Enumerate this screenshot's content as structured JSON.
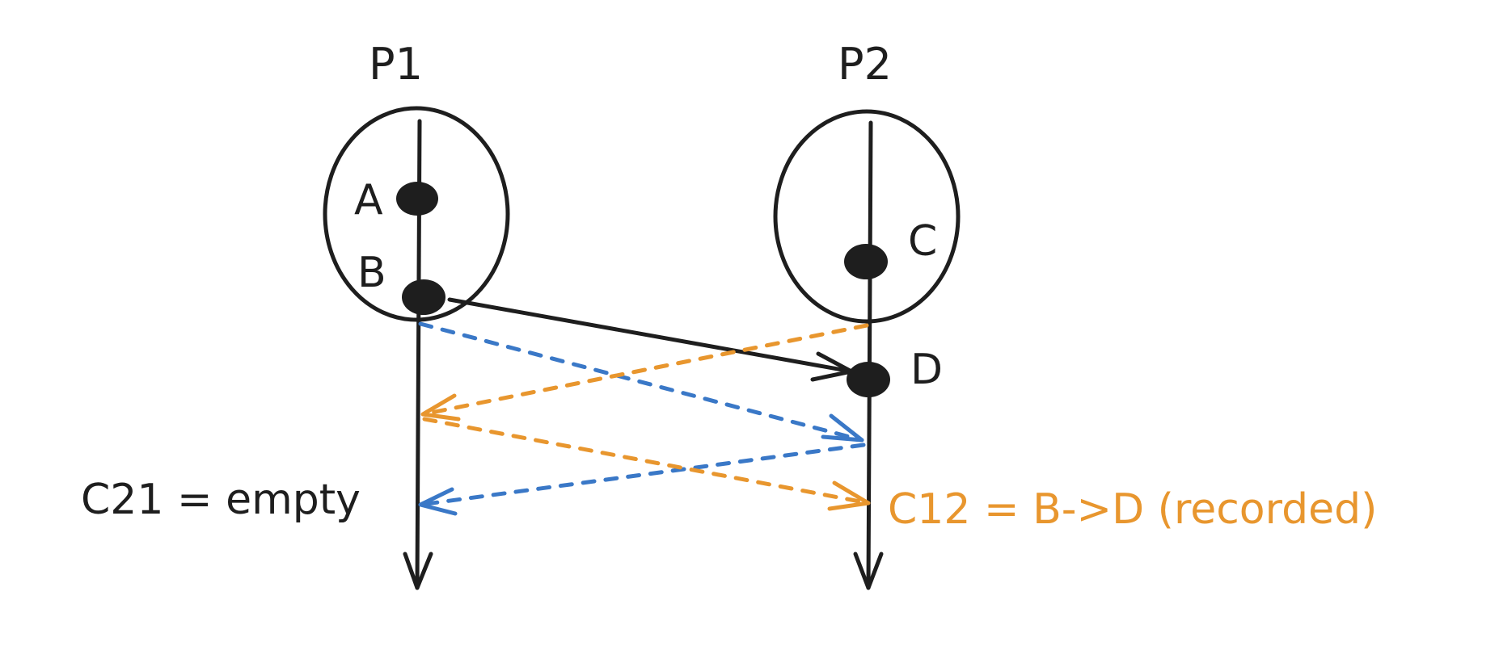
{
  "processes": [
    {
      "id": "p1",
      "label": "P1"
    },
    {
      "id": "p2",
      "label": "P2"
    }
  ],
  "events": [
    {
      "id": "a",
      "label": "A",
      "process": "P1"
    },
    {
      "id": "b",
      "label": "B",
      "process": "P1"
    },
    {
      "id": "c",
      "label": "C",
      "process": "P2"
    },
    {
      "id": "d",
      "label": "D",
      "process": "P2"
    }
  ],
  "channel_states": {
    "c21": "C21 = empty",
    "c12": "C12 = B->D (recorded)"
  },
  "colors": {
    "ink": "#1e1e1e",
    "blue_marker": "#3a78c7",
    "orange_marker": "#e8962e",
    "background": "#ffffff"
  }
}
